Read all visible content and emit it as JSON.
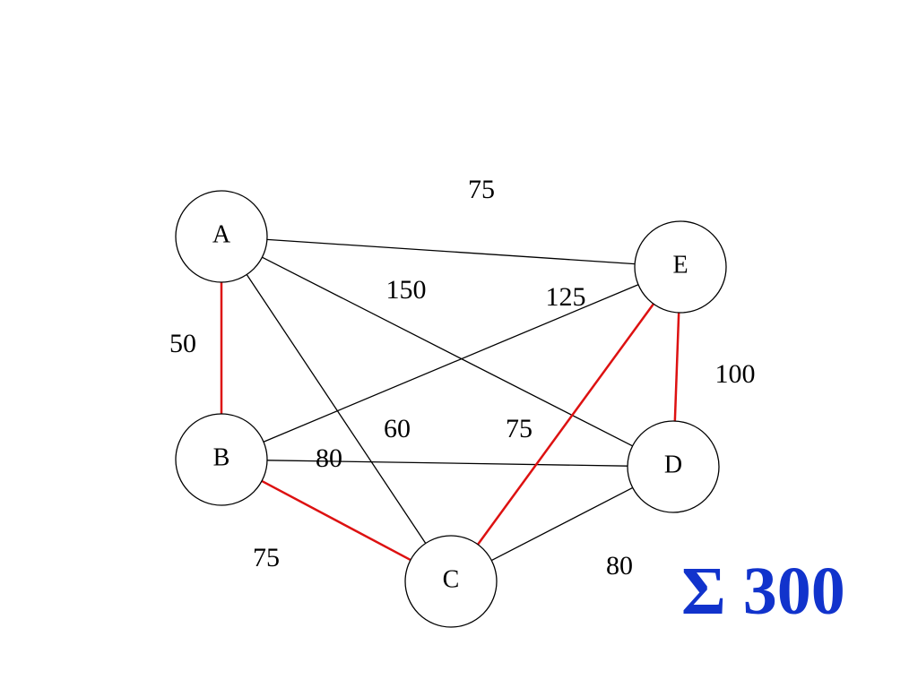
{
  "graph": {
    "nodes": [
      {
        "id": "A",
        "label": "A"
      },
      {
        "id": "B",
        "label": "B"
      },
      {
        "id": "C",
        "label": "C"
      },
      {
        "id": "D",
        "label": "D"
      },
      {
        "id": "E",
        "label": "E"
      }
    ],
    "edges": [
      {
        "from": "A",
        "to": "E",
        "weight": "75",
        "in_tree": false
      },
      {
        "from": "A",
        "to": "D",
        "weight": "150",
        "in_tree": false
      },
      {
        "from": "A",
        "to": "C",
        "weight": "60",
        "in_tree": false
      },
      {
        "from": "A",
        "to": "B",
        "weight": "50",
        "in_tree": true
      },
      {
        "from": "B",
        "to": "E",
        "weight": "125",
        "in_tree": false
      },
      {
        "from": "B",
        "to": "D",
        "weight": "80",
        "in_tree": false
      },
      {
        "from": "B",
        "to": "C",
        "weight": "75",
        "in_tree": true
      },
      {
        "from": "C",
        "to": "E",
        "weight": "75",
        "in_tree": true
      },
      {
        "from": "C",
        "to": "D",
        "weight": "80",
        "in_tree": false
      },
      {
        "from": "E",
        "to": "D",
        "weight": "100",
        "in_tree": true
      }
    ]
  },
  "colors": {
    "tree_edge": "#dd1111",
    "edge": "#000000",
    "total": "#1133cc"
  },
  "total": {
    "symbol": "Σ",
    "value": "300"
  }
}
